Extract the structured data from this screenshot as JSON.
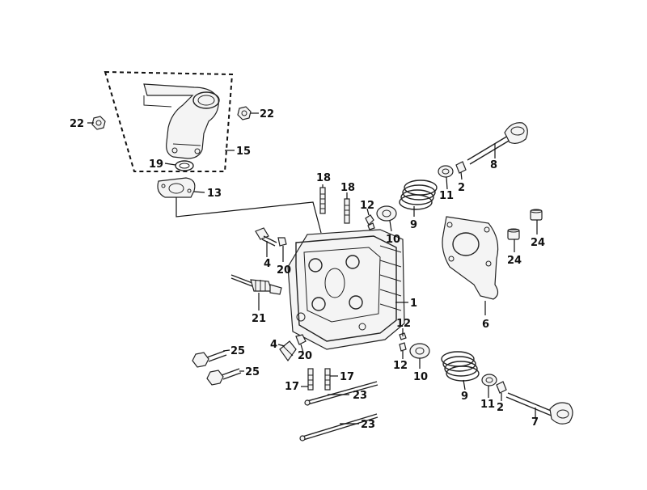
{
  "diagram": {
    "type": "exploded-parts",
    "callouts": [
      {
        "id": "c1",
        "label": "1"
      },
      {
        "id": "c2a",
        "label": "2"
      },
      {
        "id": "c2b",
        "label": "2"
      },
      {
        "id": "c4a",
        "label": "4"
      },
      {
        "id": "c4b",
        "label": "4"
      },
      {
        "id": "c6",
        "label": "6"
      },
      {
        "id": "c7",
        "label": "7"
      },
      {
        "id": "c8",
        "label": "8"
      },
      {
        "id": "c9a",
        "label": "9"
      },
      {
        "id": "c9b",
        "label": "9"
      },
      {
        "id": "c10a",
        "label": "10"
      },
      {
        "id": "c10b",
        "label": "10"
      },
      {
        "id": "c11a",
        "label": "11"
      },
      {
        "id": "c11b",
        "label": "11"
      },
      {
        "id": "c12a",
        "label": "12"
      },
      {
        "id": "c12b",
        "label": "12"
      },
      {
        "id": "c12c",
        "label": "12"
      },
      {
        "id": "c13",
        "label": "13"
      },
      {
        "id": "c15",
        "label": "15"
      },
      {
        "id": "c17a",
        "label": "17"
      },
      {
        "id": "c17b",
        "label": "17"
      },
      {
        "id": "c18a",
        "label": "18"
      },
      {
        "id": "c18b",
        "label": "18"
      },
      {
        "id": "c19",
        "label": "19"
      },
      {
        "id": "c20a",
        "label": "20"
      },
      {
        "id": "c20b",
        "label": "20"
      },
      {
        "id": "c21",
        "label": "21"
      },
      {
        "id": "c22a",
        "label": "22"
      },
      {
        "id": "c22b",
        "label": "22"
      },
      {
        "id": "c23a",
        "label": "23"
      },
      {
        "id": "c23b",
        "label": "23"
      },
      {
        "id": "c24a",
        "label": "24"
      },
      {
        "id": "c24b",
        "label": "24"
      },
      {
        "id": "c25a",
        "label": "25"
      },
      {
        "id": "c25b",
        "label": "25"
      }
    ]
  }
}
